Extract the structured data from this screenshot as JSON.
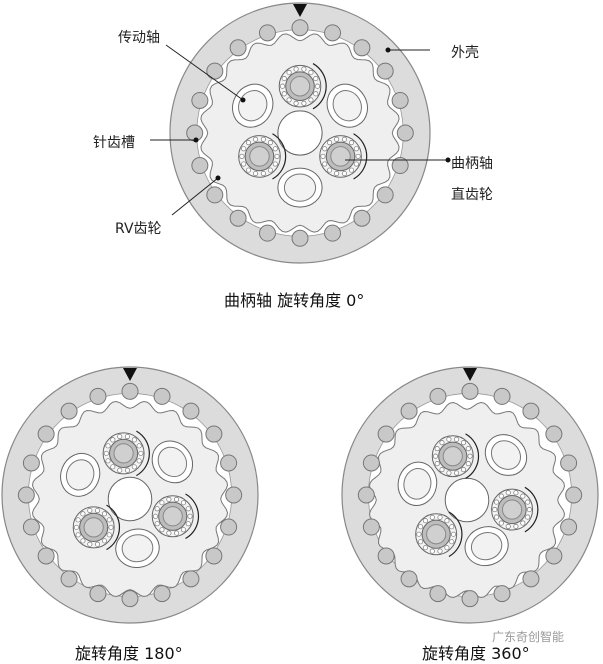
{
  "labels": {
    "drive_shaft": "传动轴",
    "housing": "外壳",
    "pin_groove": "针齿槽",
    "crankshaft": "曲柄轴",
    "spur_gear": "直齿轮",
    "rv_gear": "RV齿轮"
  },
  "captions": {
    "top": "曲柄轴 旋转角度 0°",
    "bottom_left": "旋转角度 180°",
    "bottom_right": "旋转角度 360°"
  },
  "watermark": "广东奇创智能",
  "diagrams": [
    {
      "name": "rotation-0",
      "crank_angle_deg": 0
    },
    {
      "name": "rotation-180",
      "crank_angle_deg": 180
    },
    {
      "name": "rotation-360",
      "crank_angle_deg": 360
    }
  ]
}
